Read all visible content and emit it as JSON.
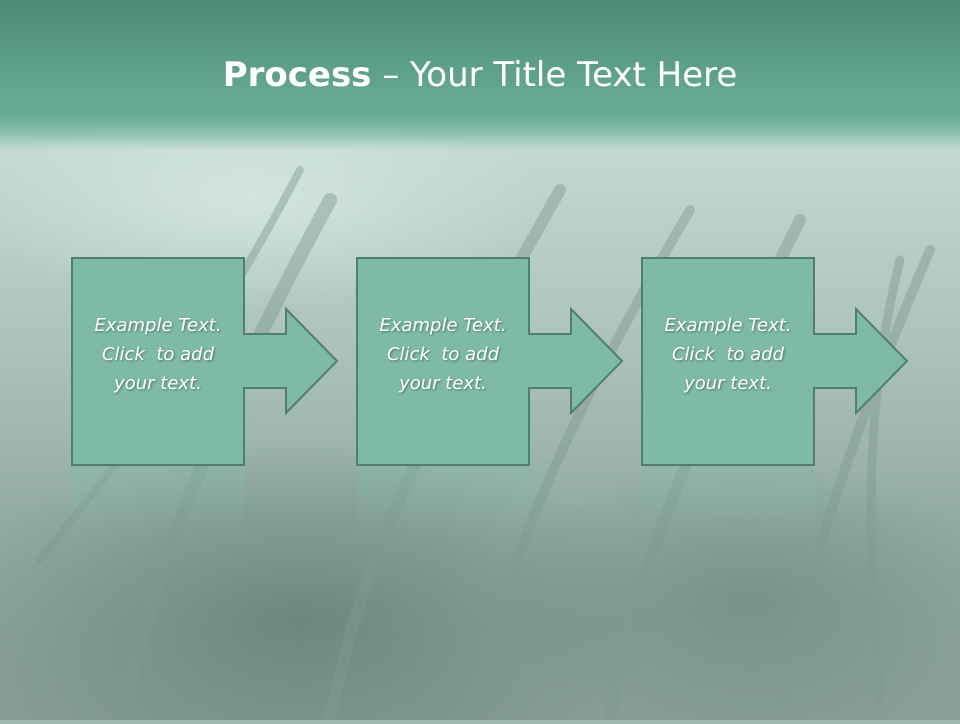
{
  "slide": {
    "title_bold": "Process",
    "title_rest": " – Your Title Text Here"
  },
  "steps": [
    {
      "lines": [
        "Example Text.",
        "Click  to add",
        "your text."
      ]
    },
    {
      "lines": [
        "Example Text.",
        "Click  to add",
        "your text."
      ]
    },
    {
      "lines": [
        "Example Text.",
        "Click  to add",
        "your text."
      ]
    }
  ],
  "colors": {
    "header": "#5c9d89",
    "box_fill": "#7fbaa9",
    "box_stroke": "#4f7f70",
    "text": "#ffffff"
  }
}
